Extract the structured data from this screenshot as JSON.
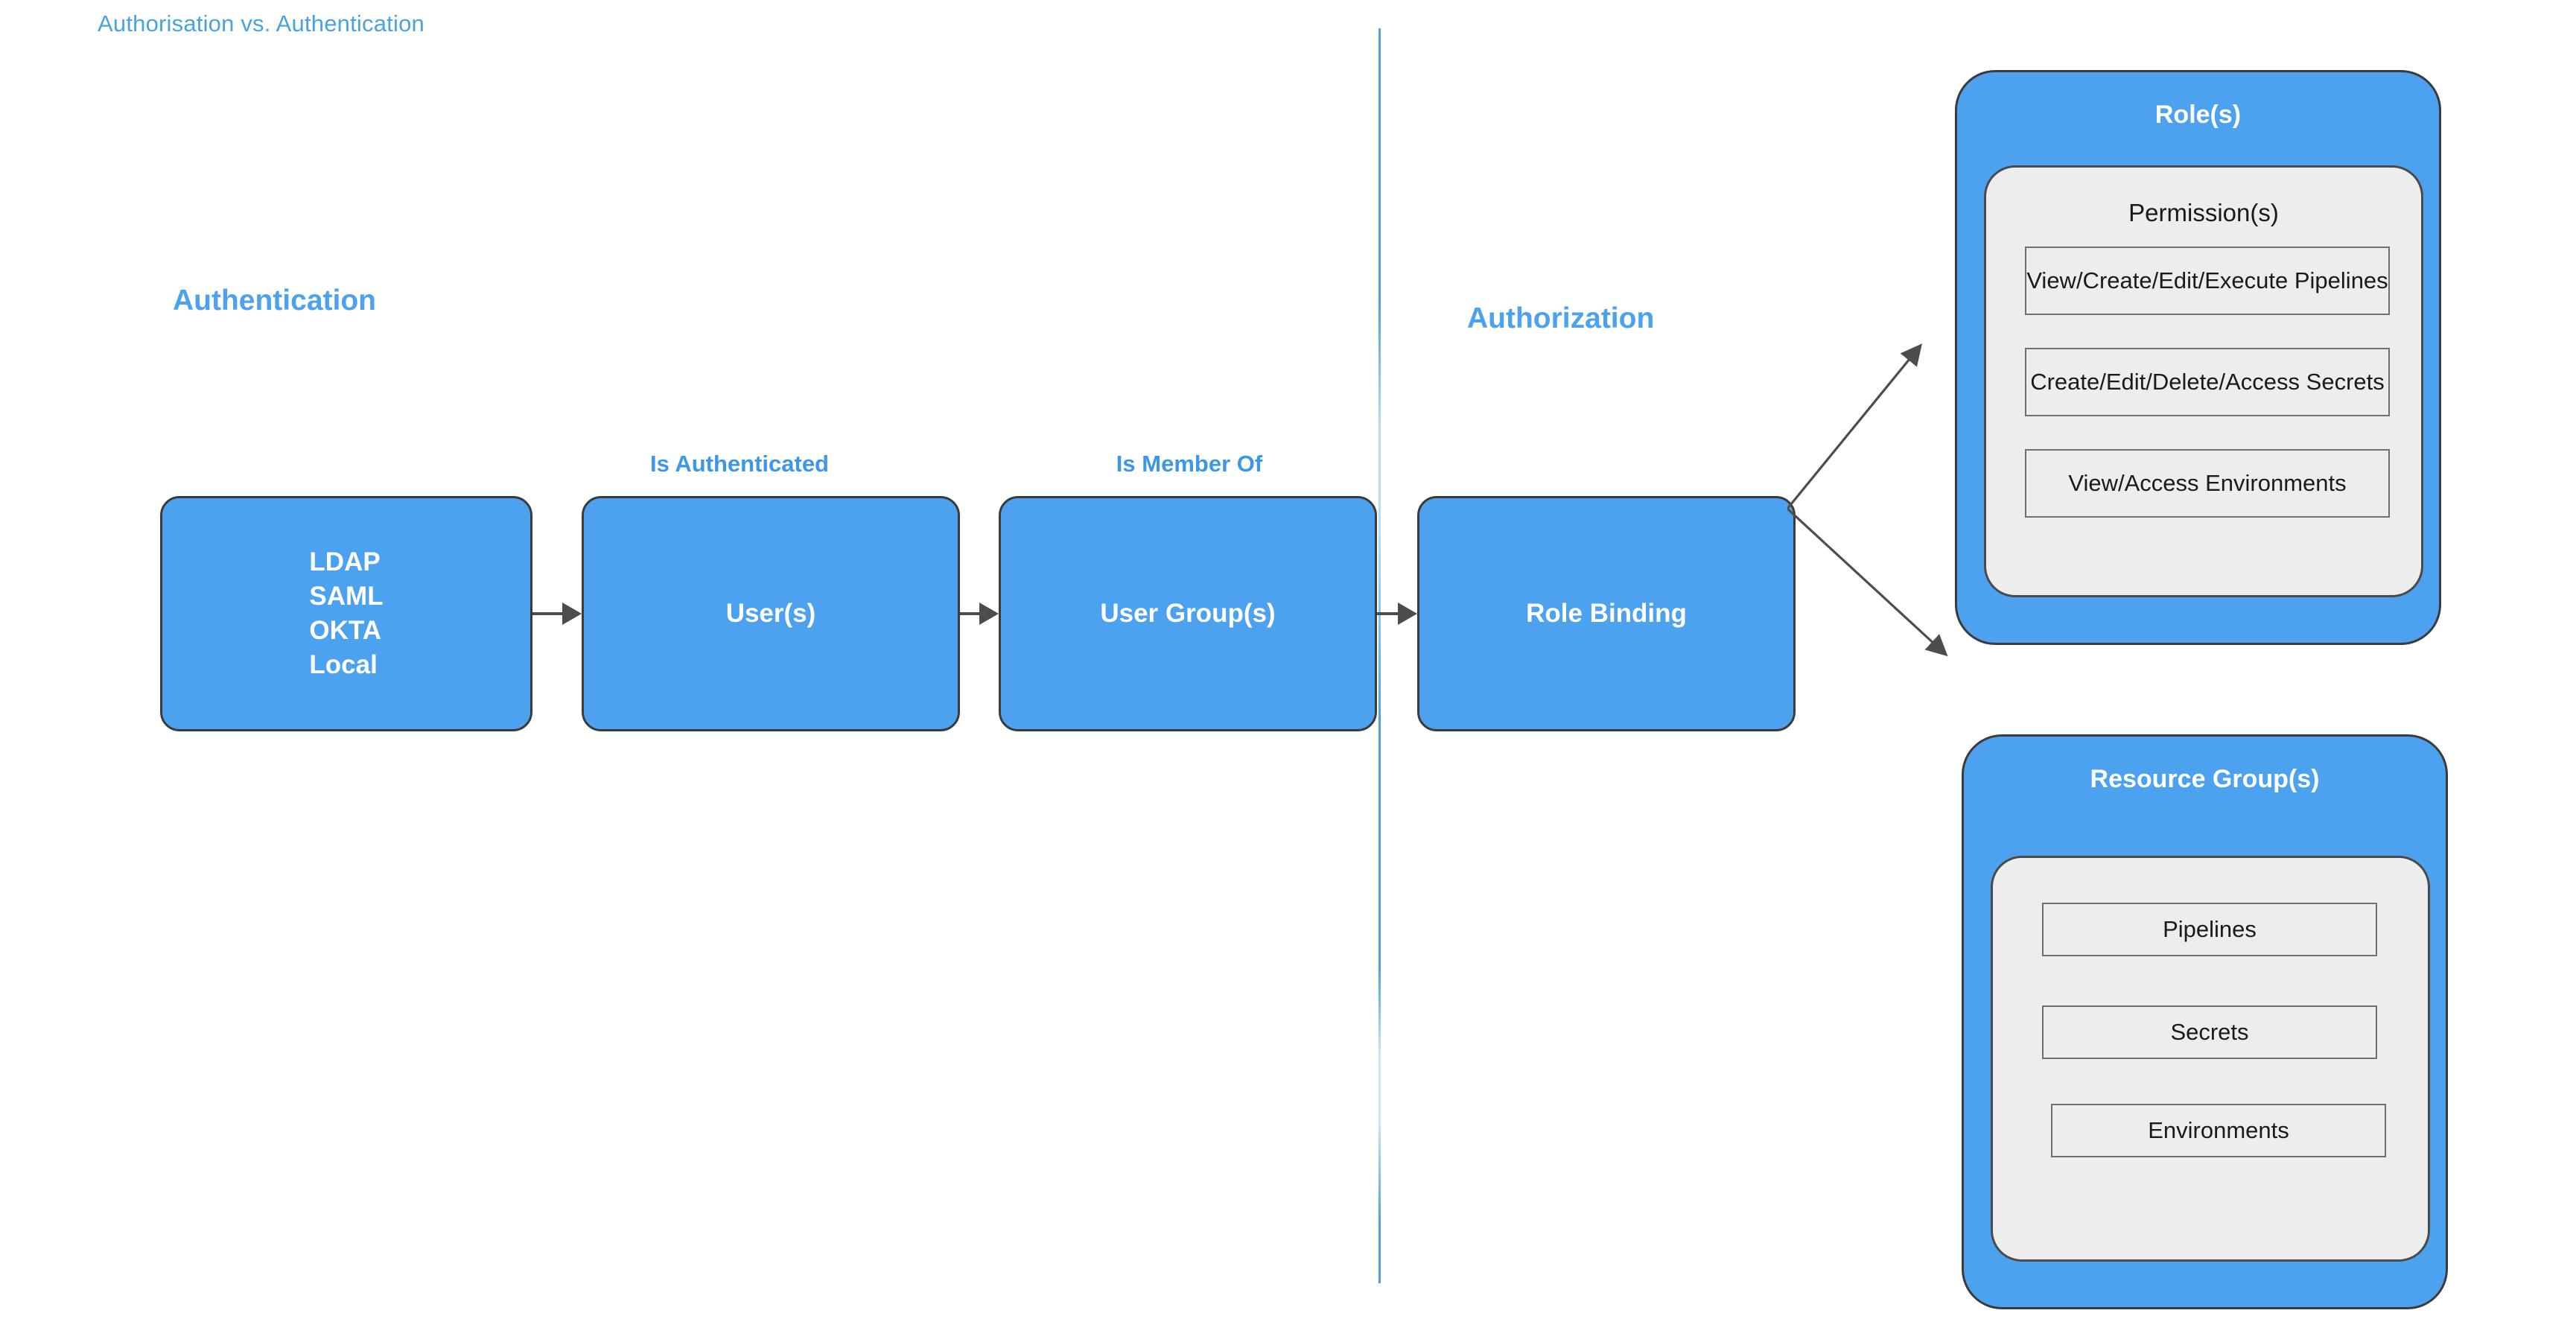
{
  "title": "Authorisation vs. Authentication",
  "colors": {
    "brand_blue": "#4DA2EF",
    "title_blue": "#4AA3DF",
    "label_blue": "#3D97E8",
    "panel_gray": "#EDEDED",
    "stroke_dark": "#3b3b3b",
    "arrow_gray": "#4d4d4d"
  },
  "sections": {
    "authentication_heading": "Authentication",
    "authorization_heading": "Authorization"
  },
  "flow": {
    "identity_providers": {
      "items": [
        "LDAP",
        "SAML",
        "OKTA",
        "Local"
      ]
    },
    "users_box": "User(s)",
    "user_groups_box": "User Group(s)",
    "role_binding_box": "Role Binding",
    "edge_labels": {
      "is_authenticated": "Is Authenticated",
      "is_member_of": "Is Member Of"
    }
  },
  "roles_panel": {
    "title": "Role(s)",
    "inner_title": "Permission(s)",
    "permissions": [
      "View/Create/Edit/Execute Pipelines",
      "Create/Edit/Delete/Access Secrets",
      "View/Access Environments"
    ]
  },
  "resource_groups_panel": {
    "title": "Resource Group(s)",
    "resources": [
      "Pipelines",
      "Secrets",
      "Environments"
    ]
  }
}
